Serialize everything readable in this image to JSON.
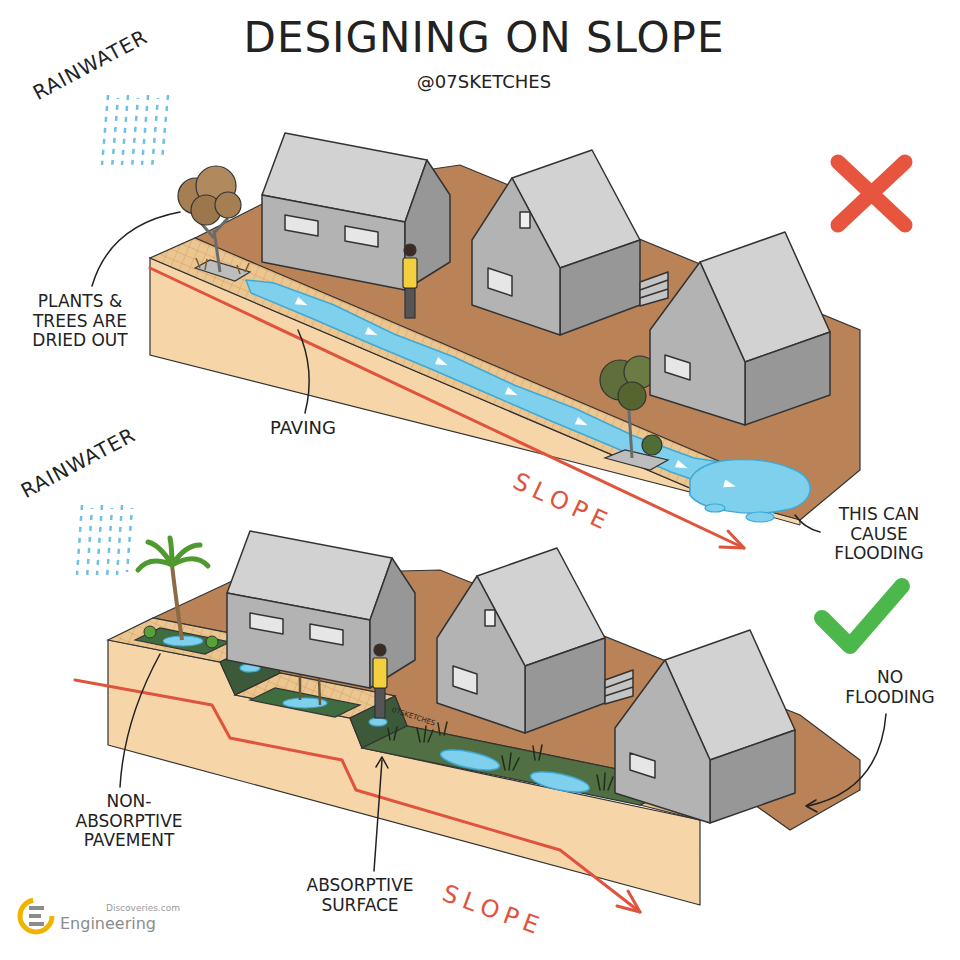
{
  "diagram": {
    "title": "DESIGNING ON SLOPE",
    "labels": [
      "@07SKETCHES",
      "RAINWATER",
      "PLANTS & TREES ARE DRIED OUT",
      "PAVING",
      "SLOPE",
      "THIS CAN CAUSE FLOODING",
      "RAINWATER",
      "07SKETCHES",
      "NON- ABSORPTIVE PAVEMENT",
      "ABSORPTIVE SURFACE",
      "SLOPE",
      "NO FLOODING",
      "Discoveries.com",
      "Engineering"
    ]
  }
}
